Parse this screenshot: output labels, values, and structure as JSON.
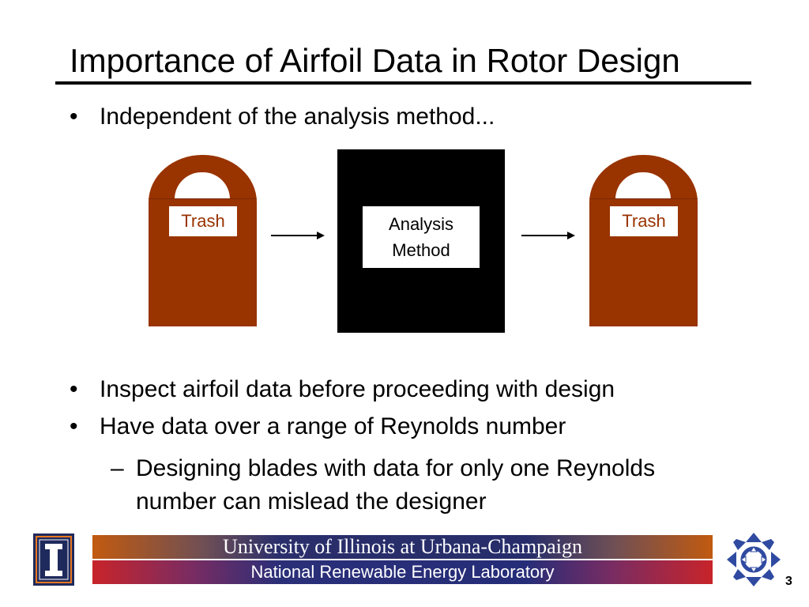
{
  "slide": {
    "title": "Importance of Airfoil Data in Rotor Design",
    "bullet_glyph": "•",
    "sub_glyph": "–",
    "bullets": [
      "Independent of the analysis method...",
      "Inspect airfoil data before proceeding with design",
      "Have data over a range of Reynolds number"
    ],
    "sub_bullet": "Designing blades with data for only one Reynolds\nnumber can mislead the designer"
  },
  "diagram": {
    "input_label": "Trash",
    "method_label": "Analysis\nMethod",
    "output_label": "Trash",
    "can_color": "#993300",
    "box_color": "#000000"
  },
  "footer": {
    "banner_top": "University of Illinois at Urbana-Champaign",
    "banner_bottom": "National Renewable Energy Laboratory",
    "left_logo_icon": "illinois-i-logo-icon",
    "right_logo_icon": "nrel-logo-icon",
    "page_number": "3"
  }
}
